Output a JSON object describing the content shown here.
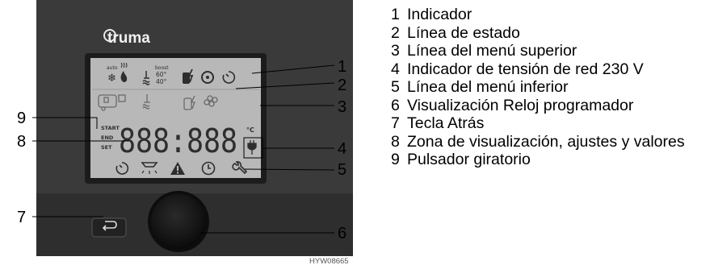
{
  "brand": "truma",
  "lcd": {
    "top_small": {
      "auto": "auto",
      "boost": "boost",
      "temp_high": "60°",
      "temp_low": "40°"
    },
    "status_left": {
      "start": "START",
      "end": "END",
      "set": "SET"
    },
    "digits": "888:888",
    "unit": "°C"
  },
  "callouts": [
    "1",
    "2",
    "3",
    "4",
    "5",
    "6",
    "7",
    "8",
    "9"
  ],
  "legend": [
    {
      "num": "1",
      "text": "Indicador"
    },
    {
      "num": "2",
      "text": "Línea de estado"
    },
    {
      "num": "3",
      "text": "Línea del menú superior"
    },
    {
      "num": "4",
      "text": "Indicador de tensión de red 230 V"
    },
    {
      "num": "5",
      "text": "Línea del menú inferior"
    },
    {
      "num": "6",
      "text": "Visualización Reloj programador"
    },
    {
      "num": "7",
      "text": "Tecla Atrás"
    },
    {
      "num": "8",
      "text": "Zona de visualización, ajustes y valores"
    },
    {
      "num": "9",
      "text": "Pulsador giratorio"
    }
  ],
  "image_code": "HYW08665",
  "colors": {
    "panel": "#3a3a3a",
    "lcd": "#b8b8b8",
    "ink": "#2e2e2e",
    "lcd_frame": "#1c1c1c"
  }
}
